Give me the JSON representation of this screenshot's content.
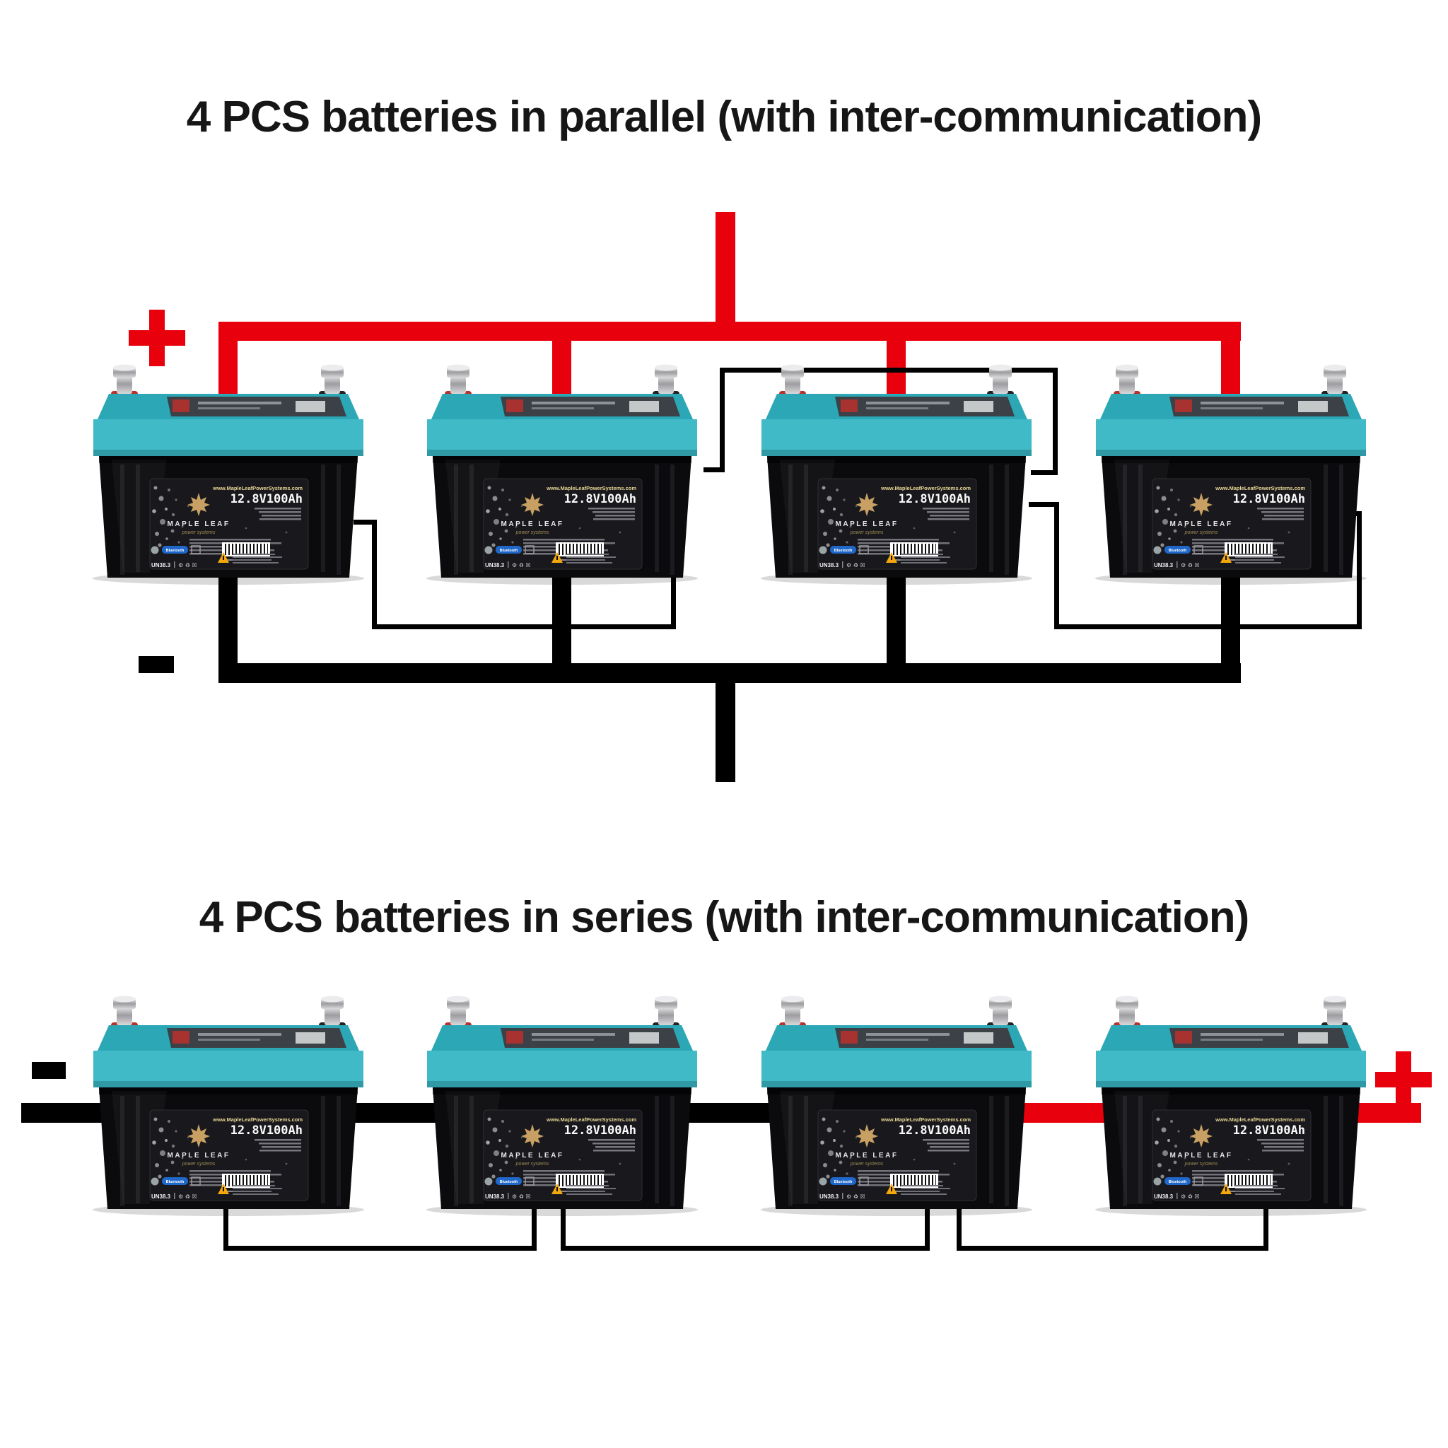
{
  "diagrams": [
    {
      "id": "parallel",
      "title": "4 PCS batteries in parallel (with inter-communication)"
    },
    {
      "id": "series",
      "title": "4 PCS batteries in series (with inter-communication)"
    }
  ],
  "polarity": {
    "positive": "+",
    "negative": "-"
  },
  "battery_label": {
    "website": "www.MapleLeafPowerSystems.com",
    "capacity": "12.8V100Ah",
    "brand": "MAPLE LEAF",
    "tagline": "power systems",
    "bluetooth": "Bluetooth",
    "un_code": "UN38.3",
    "cert_glyphs": "⚙ ♻ ☒"
  },
  "batteries": [
    {
      "name": "battery-1",
      "diagram": "parallel"
    },
    {
      "name": "battery-2",
      "diagram": "parallel"
    },
    {
      "name": "battery-3",
      "diagram": "parallel"
    },
    {
      "name": "battery-4",
      "diagram": "parallel"
    },
    {
      "name": "battery-5",
      "diagram": "series"
    },
    {
      "name": "battery-6",
      "diagram": "series"
    },
    {
      "name": "battery-7",
      "diagram": "series"
    },
    {
      "name": "battery-8",
      "diagram": "series"
    }
  ],
  "colors": {
    "wire_positive": "#e8000d",
    "wire_negative": "#000000",
    "case_teal": "#41bac8",
    "case_black": "#0b0b0e",
    "label_gold": "#c9a063"
  }
}
